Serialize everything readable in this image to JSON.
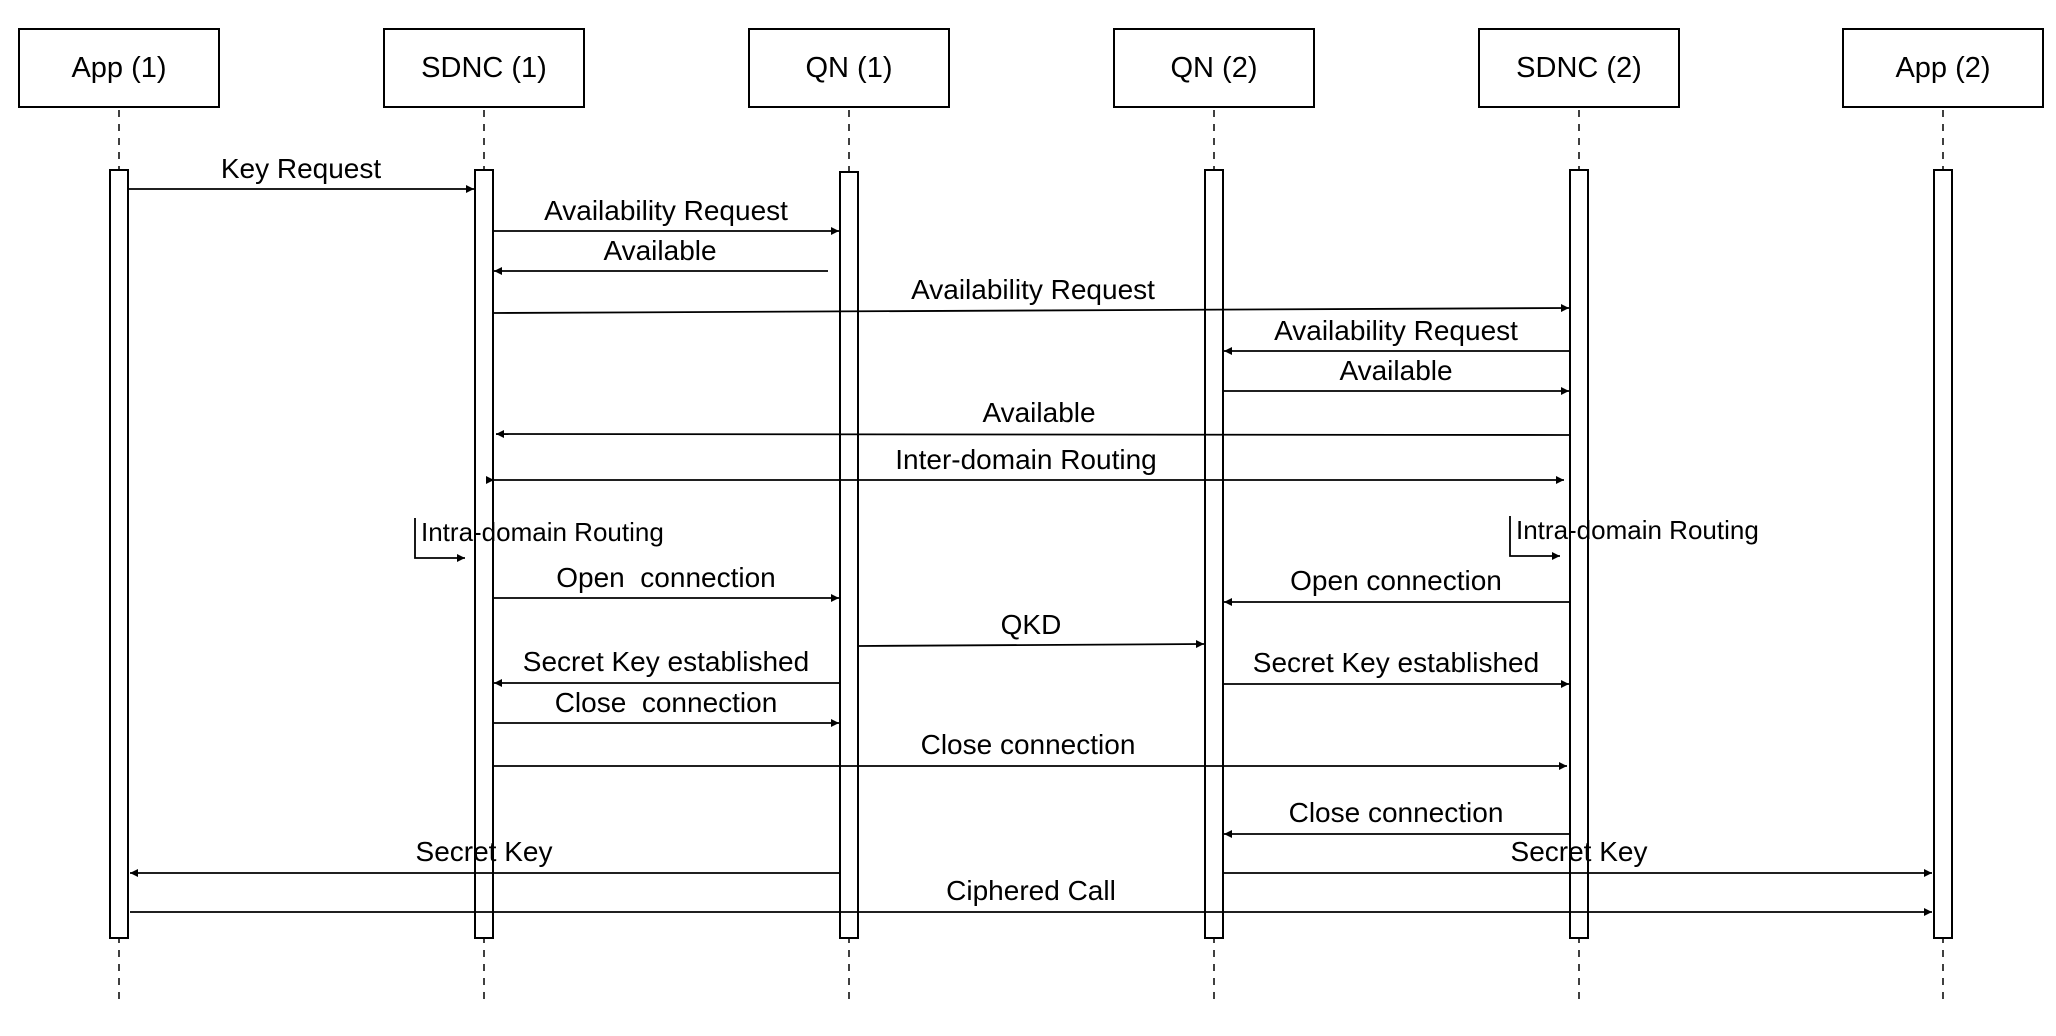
{
  "participants": [
    {
      "id": "app1",
      "label": "App (1)"
    },
    {
      "id": "sdnc1",
      "label": "SDNC (1)"
    },
    {
      "id": "qn1",
      "label": "QN (1)"
    },
    {
      "id": "qn2",
      "label": "QN (2)"
    },
    {
      "id": "sdnc2",
      "label": "SDNC (2)"
    },
    {
      "id": "app2",
      "label": "App (2)"
    }
  ],
  "messages": [
    {
      "label": "Key Request",
      "from": "app1",
      "to": "sdnc1"
    },
    {
      "label": "Availability Request",
      "from": "sdnc1",
      "to": "qn1"
    },
    {
      "label": "Available",
      "from": "qn1",
      "to": "sdnc1"
    },
    {
      "label": "Availability Request",
      "from": "sdnc1",
      "to": "sdnc2"
    },
    {
      "label": "Availability Request",
      "from": "sdnc2",
      "to": "qn2"
    },
    {
      "label": "Available",
      "from": "qn2",
      "to": "sdnc2"
    },
    {
      "label": "Available",
      "from": "sdnc2",
      "to": "sdnc1"
    },
    {
      "label": "Inter-domain Routing",
      "from": "sdnc1",
      "to": "sdnc2",
      "bidirectional": true
    },
    {
      "label": "Open  connection",
      "from": "sdnc1",
      "to": "qn1"
    },
    {
      "label": "Open connection",
      "from": "sdnc2",
      "to": "qn2"
    },
    {
      "label": "QKD",
      "from": "qn1",
      "to": "qn2"
    },
    {
      "label": "Secret Key established",
      "from": "qn1",
      "to": "sdnc1"
    },
    {
      "label": "Secret Key established",
      "from": "qn2",
      "to": "sdnc2"
    },
    {
      "label": "Close  connection",
      "from": "sdnc1",
      "to": "qn1"
    },
    {
      "label": "Close connection",
      "from": "sdnc1",
      "to": "sdnc2"
    },
    {
      "label": "Close connection",
      "from": "sdnc2",
      "to": "qn2"
    },
    {
      "label": "Secret Key",
      "from": "qn1",
      "to": "app1"
    },
    {
      "label": "Secret Key",
      "from": "qn2",
      "to": "app2"
    },
    {
      "label": "Ciphered Call",
      "from": "app1",
      "to": "app2"
    }
  ],
  "self_calls": [
    {
      "label": "Intra-domain Routing",
      "participant": "sdnc1"
    },
    {
      "label": "Intra-domain Routing",
      "participant": "sdnc2"
    }
  ]
}
